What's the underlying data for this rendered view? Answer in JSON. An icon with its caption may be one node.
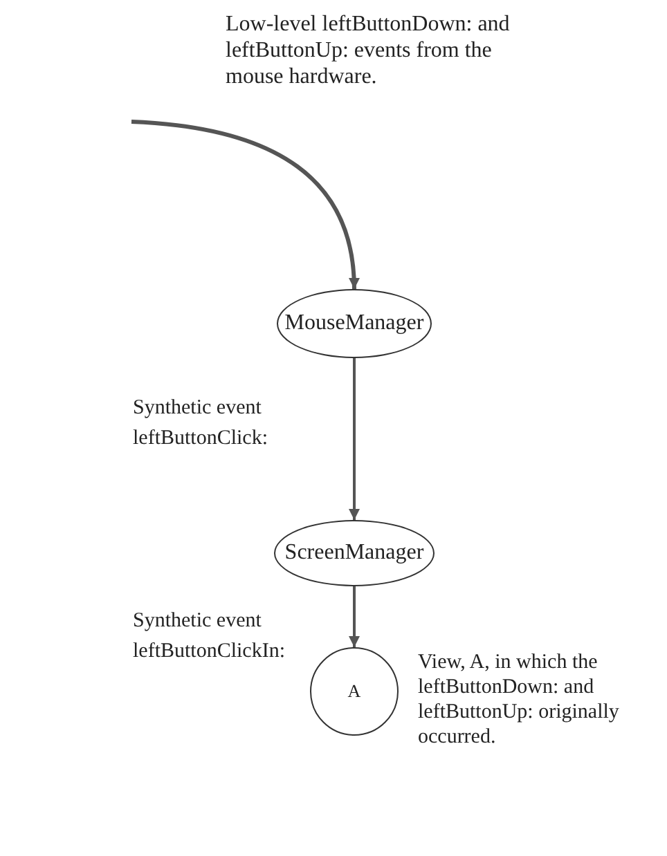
{
  "diagram": {
    "nodes": [
      {
        "text": [
          "MouseManager"
        ]
      },
      {
        "text": [
          "ScreenManager"
        ]
      },
      {
        "text": [
          "A"
        ],
        "beside": [
          "View, A, in which the leftButtonDown: and leftButtonUp: originally occurred."
        ]
      }
    ],
    "edges": [
      {
        "from": null,
        "to": 0,
        "arrow": "to"
      },
      {
        "from": 0,
        "to": 1,
        "arrow": "to",
        "label": "Synthetic event leftButtonClick:"
      },
      {
        "from": 1,
        "to": 2,
        "arrow": "to",
        "label": "Synthetic event leftButtonClickIn:"
      }
    ],
    "labels": [
      "Low-level leftButtonDown: and leftButtonUp: events from the mouse hardware."
    ]
  }
}
